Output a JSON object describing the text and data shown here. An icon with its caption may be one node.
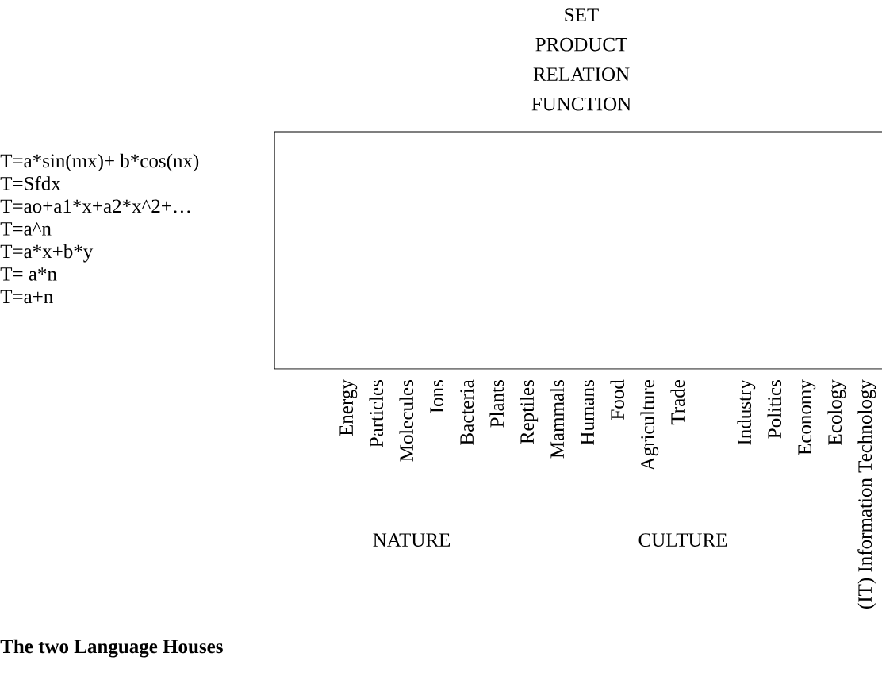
{
  "diagram": {
    "caption": "The two Language Houses",
    "nodes": [
      {
        "text": [],
        "shape": "box"
      }
    ],
    "edges": [],
    "labels": [
      "SET",
      "PRODUCT",
      "RELATION",
      "FUNCTION",
      "T=a*sin(mx)+ b*cos(nx)",
      "T=Sfdx",
      "T=ao+a1*x+a2*x^2+…",
      "T=a^n",
      "T=a*x+b*y",
      "T= a*n",
      "T=a+n",
      "Energy",
      "Particles",
      "Molecules",
      "Ions",
      "Bacteria",
      "Plants",
      "Reptiles",
      "Mammals",
      "Humans",
      "Food",
      "Agriculture",
      "Trade",
      "Industry",
      "Politics",
      "Economy",
      "Ecology",
      "(IT) Information Technology",
      "NATURE",
      "CULTURE"
    ]
  }
}
